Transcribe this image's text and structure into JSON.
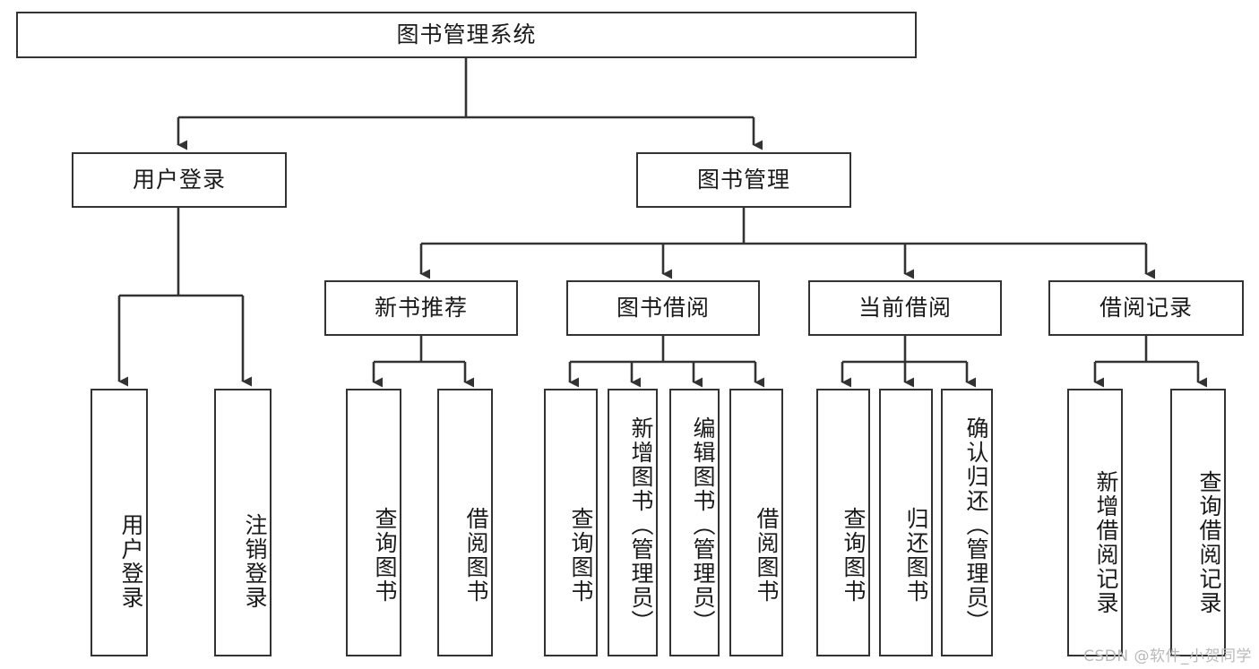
{
  "diagram": {
    "title": "图书管理系统",
    "type": "tree-hierarchy",
    "watermark": "CSDN @软件_小贺同学",
    "style": {
      "border_color": "#333333",
      "fill_color": "#ffffff",
      "text_color": "#1a1a1a",
      "background": "#ffffff",
      "watermark_color": "#b9b9b9"
    },
    "levels": [
      {
        "level": 1,
        "nodes": [
          {
            "id": "root",
            "label": "图书管理系统",
            "orientation": "horizontal"
          }
        ]
      },
      {
        "level": 2,
        "nodes": [
          {
            "id": "login",
            "label": "用户登录",
            "orientation": "horizontal",
            "parent": "root"
          },
          {
            "id": "bookmgmt",
            "label": "图书管理",
            "orientation": "horizontal",
            "parent": "root"
          }
        ]
      },
      {
        "level": 3,
        "nodes": [
          {
            "id": "newbook",
            "label": "新书推荐",
            "orientation": "horizontal",
            "parent": "bookmgmt"
          },
          {
            "id": "borrow",
            "label": "图书借阅",
            "orientation": "horizontal",
            "parent": "bookmgmt"
          },
          {
            "id": "current",
            "label": "当前借阅",
            "orientation": "horizontal",
            "parent": "bookmgmt"
          },
          {
            "id": "record",
            "label": "借阅记录",
            "orientation": "horizontal",
            "parent": "bookmgmt"
          }
        ]
      },
      {
        "level": 4,
        "nodes": [
          {
            "id": "leaf1",
            "label": "用户登录",
            "orientation": "vertical",
            "parent": "login"
          },
          {
            "id": "leaf2",
            "label": "注销登录",
            "orientation": "vertical",
            "parent": "login"
          },
          {
            "id": "leaf3",
            "label": "查询图书",
            "orientation": "vertical",
            "parent": "newbook"
          },
          {
            "id": "leaf4",
            "label": "借阅图书",
            "orientation": "vertical",
            "parent": "newbook"
          },
          {
            "id": "leaf5",
            "label": "查询图书",
            "orientation": "vertical",
            "parent": "borrow"
          },
          {
            "id": "leaf6",
            "label": "新增图书（管理员）",
            "orientation": "vertical",
            "parent": "borrow"
          },
          {
            "id": "leaf7",
            "label": "编辑图书（管理员）",
            "orientation": "vertical",
            "parent": "borrow"
          },
          {
            "id": "leaf8",
            "label": "借阅图书",
            "orientation": "vertical",
            "parent": "borrow"
          },
          {
            "id": "leaf9",
            "label": "查询图书",
            "orientation": "vertical",
            "parent": "current"
          },
          {
            "id": "leaf10",
            "label": "归还图书",
            "orientation": "vertical",
            "parent": "current"
          },
          {
            "id": "leaf11",
            "label": "确认归还（管理员）",
            "orientation": "vertical",
            "parent": "current"
          },
          {
            "id": "leaf12",
            "label": "新增借阅记录",
            "orientation": "vertical",
            "parent": "record"
          },
          {
            "id": "leaf13",
            "label": "查询借阅记录",
            "orientation": "vertical",
            "parent": "record"
          }
        ]
      }
    ]
  }
}
